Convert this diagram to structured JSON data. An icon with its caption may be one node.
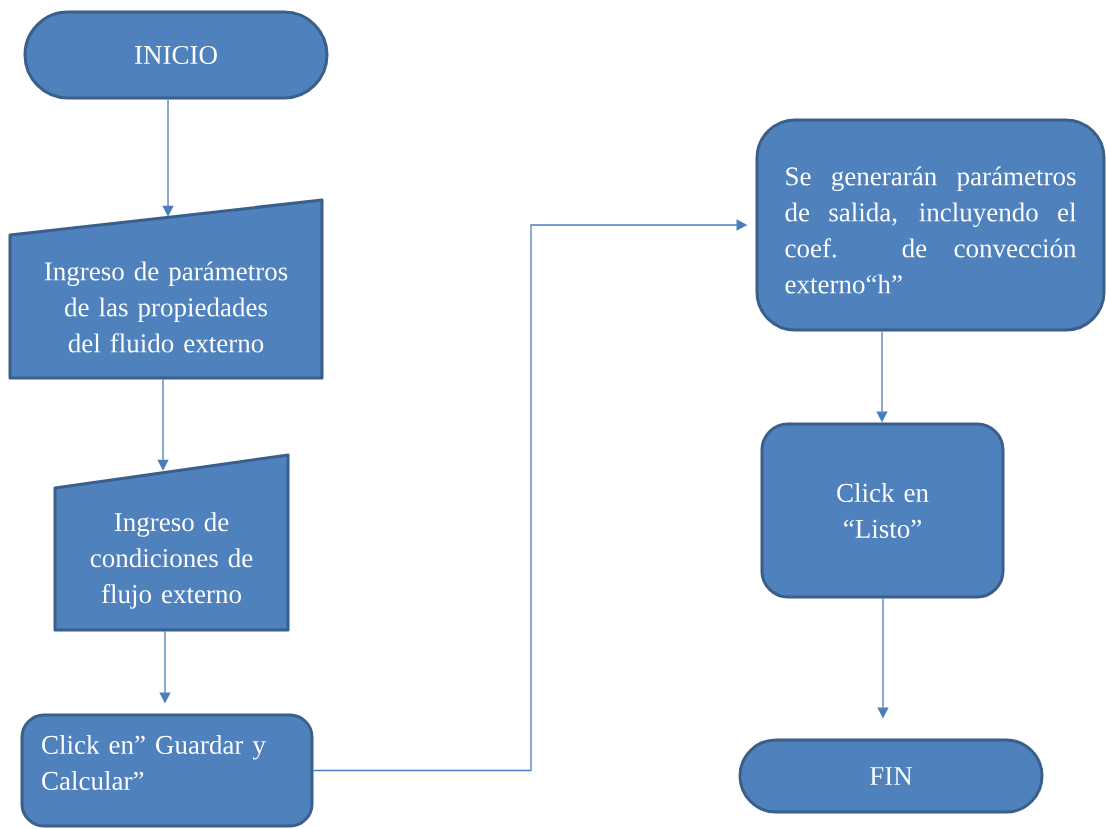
{
  "diagram": {
    "nodes": [
      {
        "text": [
          "INICIO"
        ]
      },
      {
        "text": [
          "Ingreso de parámetros de las propiedades del fluido externo"
        ]
      },
      {
        "text": [
          "Ingreso de condiciones de flujo externo"
        ]
      },
      {
        "text": [
          "Click en” Guardar y Calcular”"
        ]
      },
      {
        "text": [
          "Se generarán parámetros de salida, incluyendo el coef. de convección externo“h”"
        ]
      },
      {
        "text": [
          "Click en “Listo”"
        ]
      },
      {
        "text": [
          "FIN"
        ]
      }
    ],
    "edges": [
      {
        "from": 0,
        "to": 1,
        "arrow": "to"
      },
      {
        "from": 1,
        "to": 2,
        "arrow": "to"
      },
      {
        "from": 2,
        "to": 3,
        "arrow": "to"
      },
      {
        "from": 3,
        "to": 4,
        "arrow": "to"
      },
      {
        "from": 4,
        "to": 5,
        "arrow": "to"
      },
      {
        "from": 5,
        "to": 6,
        "arrow": "to"
      }
    ]
  }
}
